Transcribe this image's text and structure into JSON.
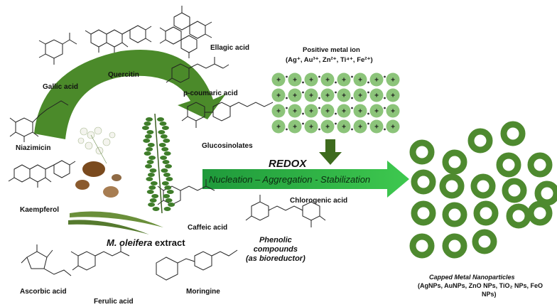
{
  "compounds": {
    "ellagic_acid": "Ellagic acid",
    "quercitin": "Quercitin",
    "gallic_acid": "Gallic acid",
    "p_coumaric_acid": "p-coumaric acid",
    "niazimicin": "Niazimicin",
    "glucosinolates": "Glucosinolates",
    "kaempferol": "Kaempferol",
    "caffeic_acid": "Caffeic acid",
    "chlorogenic_acid": "Chlorogenic acid",
    "ascorbic_acid": "Ascorbic acid",
    "ferulic_acid": "Ferulic acid",
    "moringine": "Moringine"
  },
  "extract": {
    "species": "M. oleifera",
    "suffix": " extract"
  },
  "phenolic_note": {
    "line1": "Phenolic",
    "line2": "compounds",
    "line3": "(as bioreductor)"
  },
  "metal_ions": {
    "title": "Positive metal ion",
    "list": "(Ag⁺, Au³⁺, Zn²⁺, Ti⁴⁺, Fe²⁺)",
    "ion_symbol": "+",
    "rows": 4,
    "cols": 8
  },
  "process": {
    "redox": "REDOX",
    "steps": "Nucleation – Aggregation - Stabilization"
  },
  "nanoparticles": {
    "title": "Capped Metal Nanoparticles",
    "types_line1": "(AgNPs, AuNPs, ZnO NPs, TiO₂ NPs, FeO",
    "types_line2": "NPs)",
    "count": 19
  },
  "colors": {
    "arc_green": "#4b8a2a",
    "arrow_green_start": "#1f9a3b",
    "arrow_green_end": "#3ec84f",
    "ion_green": "#8cc47a",
    "np_green": "#4e8a2f",
    "dark_arrow": "#3e6b1e"
  }
}
